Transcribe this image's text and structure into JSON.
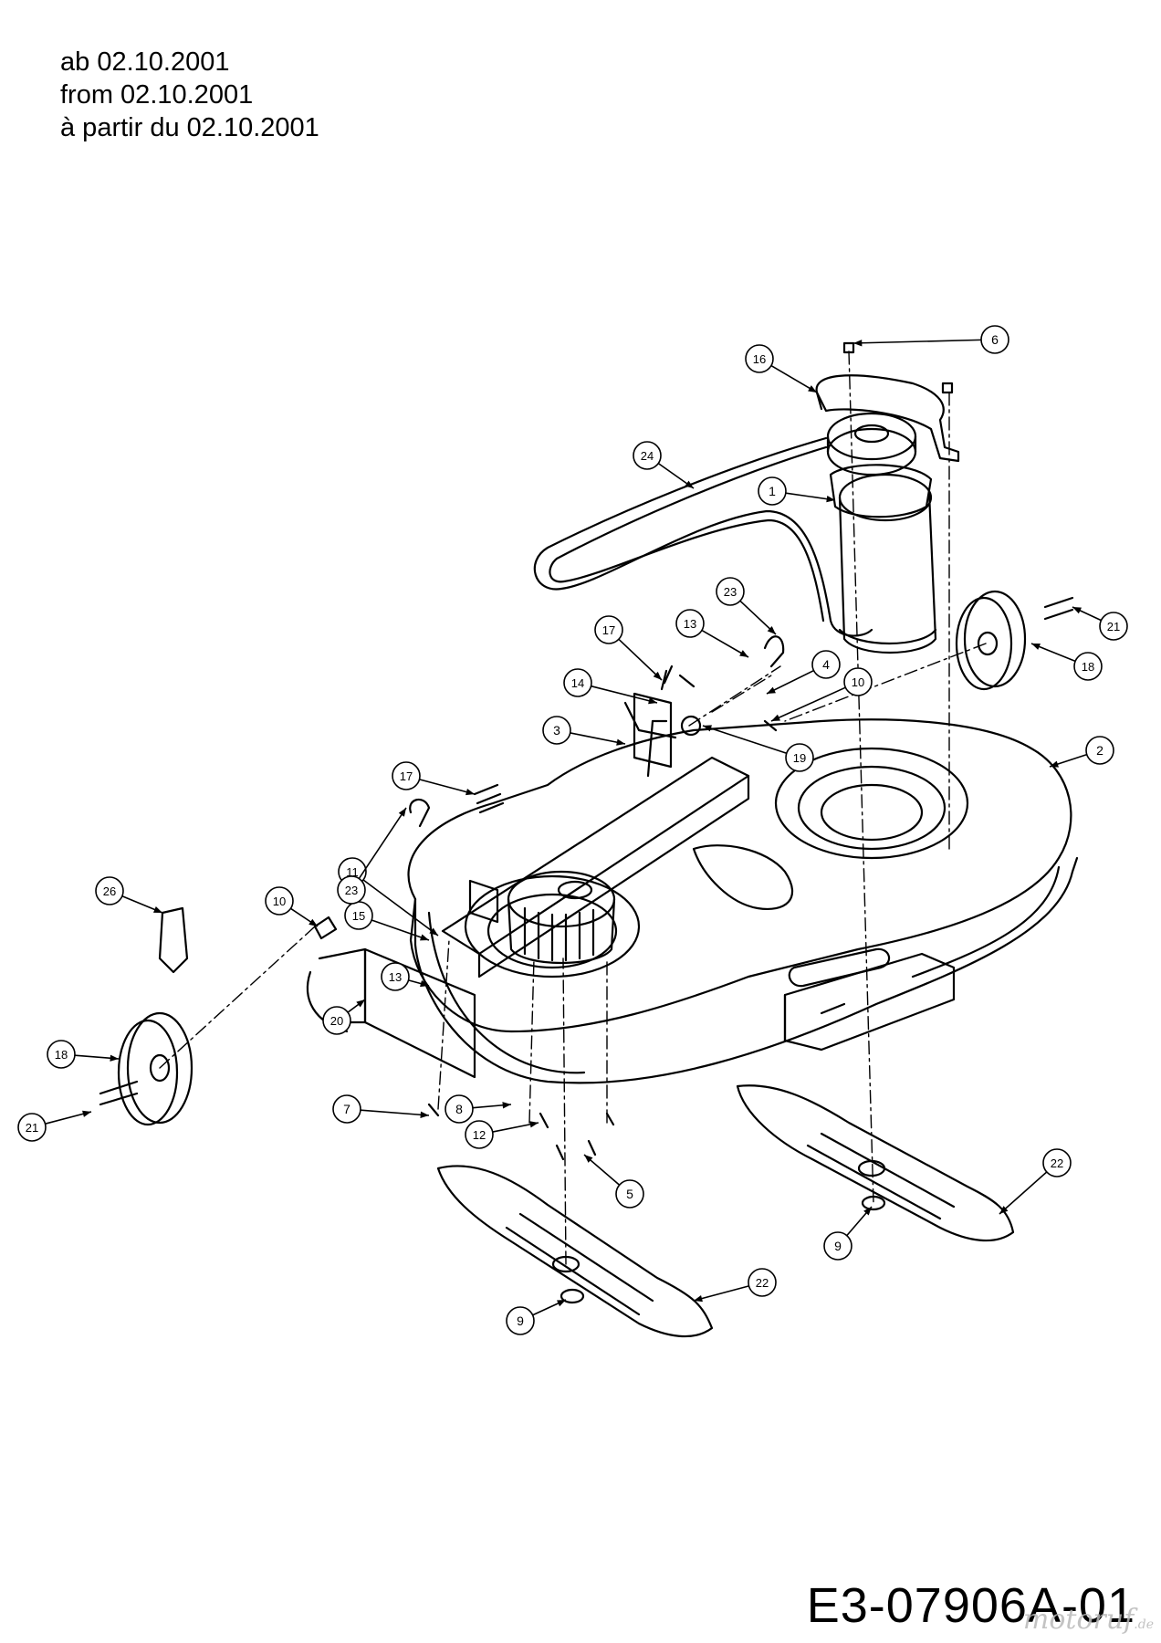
{
  "header": {
    "line_de": "ab 02.10.2001",
    "line_en": "from 02.10.2001",
    "line_fr": "à partir du 02.10.2001"
  },
  "drawing_code": "E3-07906A-01",
  "watermark": {
    "main": "motoruf",
    "tld": ".de"
  },
  "callouts": [
    {
      "id": "c1",
      "label": "1"
    },
    {
      "id": "c2",
      "label": "2"
    },
    {
      "id": "c3",
      "label": "3"
    },
    {
      "id": "c4",
      "label": "4"
    },
    {
      "id": "c5",
      "label": "5"
    },
    {
      "id": "c6",
      "label": "6"
    },
    {
      "id": "c7",
      "label": "7"
    },
    {
      "id": "c8",
      "label": "8"
    },
    {
      "id": "c9a",
      "label": "9"
    },
    {
      "id": "c9b",
      "label": "9"
    },
    {
      "id": "c10a",
      "label": "10"
    },
    {
      "id": "c10b",
      "label": "10"
    },
    {
      "id": "c11",
      "label": "11"
    },
    {
      "id": "c12",
      "label": "12"
    },
    {
      "id": "c13a",
      "label": "13"
    },
    {
      "id": "c13b",
      "label": "13"
    },
    {
      "id": "c14",
      "label": "14"
    },
    {
      "id": "c15",
      "label": "15"
    },
    {
      "id": "c16",
      "label": "16"
    },
    {
      "id": "c17a",
      "label": "17"
    },
    {
      "id": "c17b",
      "label": "17"
    },
    {
      "id": "c18a",
      "label": "18"
    },
    {
      "id": "c18b",
      "label": "18"
    },
    {
      "id": "c19",
      "label": "19"
    },
    {
      "id": "c20",
      "label": "20"
    },
    {
      "id": "c21a",
      "label": "21"
    },
    {
      "id": "c21b",
      "label": "21"
    },
    {
      "id": "c22a",
      "label": "22"
    },
    {
      "id": "c22b",
      "label": "22"
    },
    {
      "id": "c23a",
      "label": "23"
    },
    {
      "id": "c23b",
      "label": "23"
    },
    {
      "id": "c24",
      "label": "24"
    },
    {
      "id": "c26",
      "label": "26"
    }
  ]
}
